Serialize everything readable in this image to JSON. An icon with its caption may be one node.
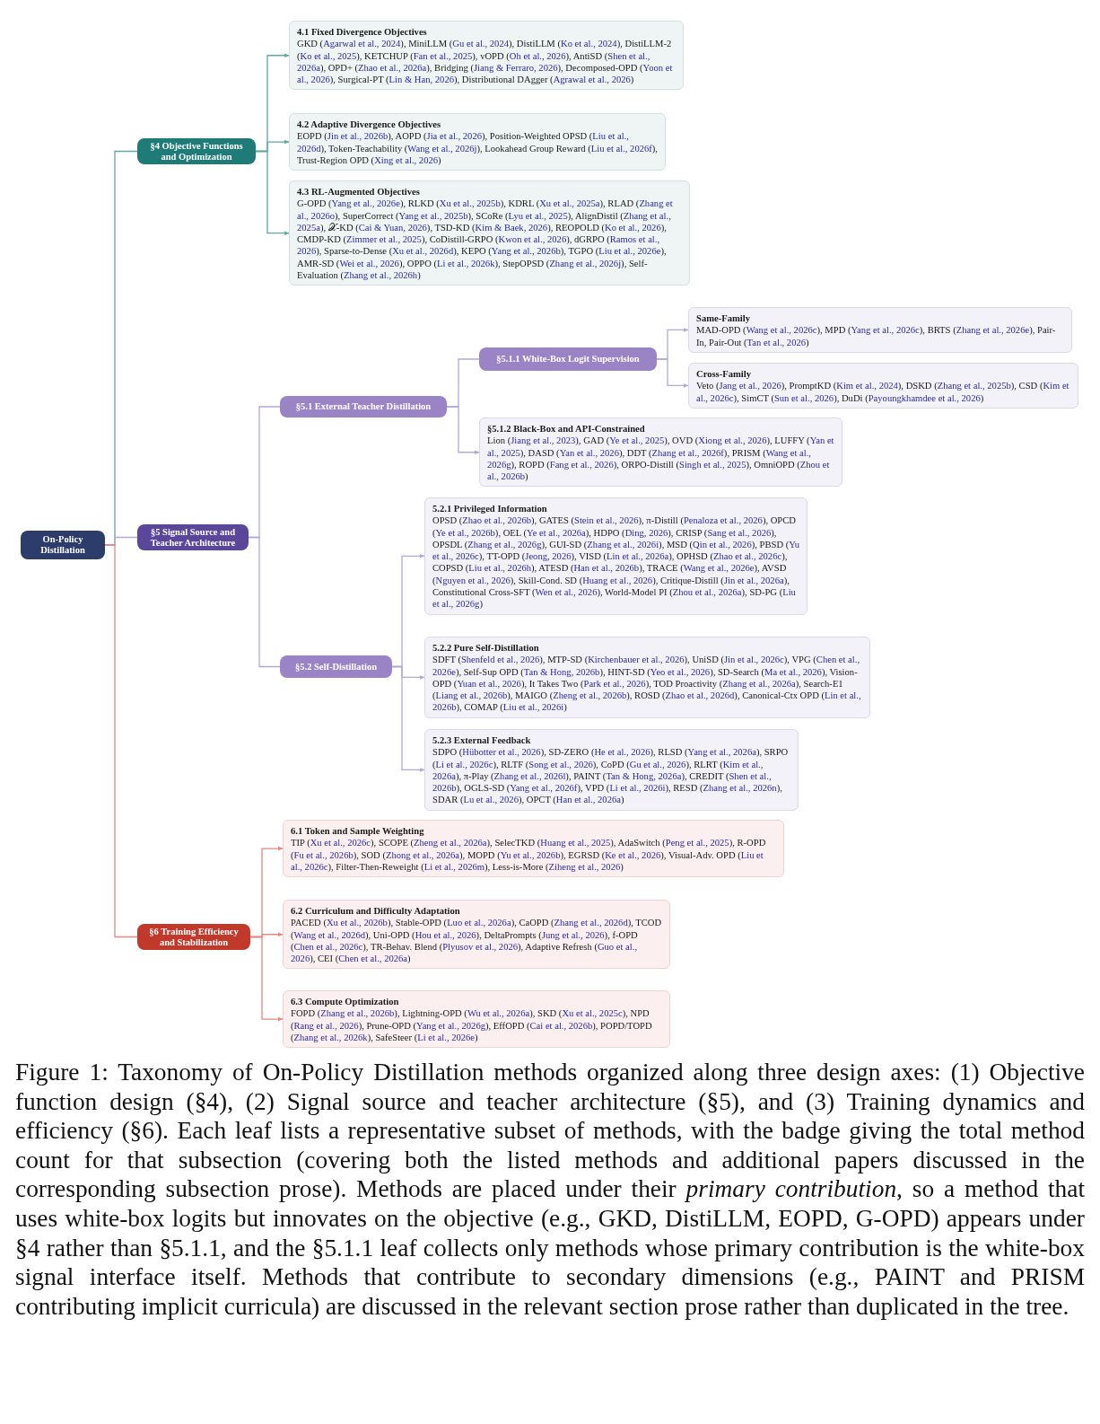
{
  "diagram": {
    "caption": "Figure 1: Taxonomy of On-Policy Distillation methods organized along three design axes: (1) Objective function design (§4), (2) Signal source and teacher architecture (§5), and (3) Training dynamics and efficiency (§6). Each leaf lists a representative subset of methods, with the badge giving the total method count for that subsection (covering both the listed methods and additional papers discussed in the corresponding subsection prose). Methods are placed under their *primary contribution*, so a method that uses white-box logits but innovates on the objective (e.g., GKD, DistiLLM, EOPD, G-OPD) appears under §4 rather than §5.1.1, and the §5.1.1 leaf collects only methods whose primary contribution is the white-box signal interface itself. Methods that contribute to secondary dimensions (e.g., PAINT and PRISM contributing implicit curricula) are discussed in the relevant section prose rather than duplicated in the tree.",
    "nodes": [
      {
        "text": [
          "On-Policy Distillation"
        ]
      },
      {
        "text": [
          "§4 Objective Functions and Optimization"
        ]
      },
      {
        "text": [
          "4.1 Fixed Divergence Objectives",
          "GKD (Agarwal et al., 2024), MiniLLM (Gu et al., 2024), DistiLLM (Ko et al., 2024), DistiLLM-2 (Ko et al., 2025), KETCHUP (Fan et al., 2025), vOPD (Oh et al., 2026), AntiSD (Shen et al., 2026a), OPD+ (Zhao et al., 2026a), Bridging (Jiang & Ferraro, 2026), Decomposed-OPD (Yoon et al., 2026), Surgical-PT (Lin & Han, 2026), Distributional DAgger (Agrawal et al., 2026)"
        ]
      },
      {
        "text": [
          "4.2 Adaptive Divergence Objectives",
          "EOPD (Jin et al., 2026b), AOPD (Jia et al., 2026), Position-Weighted OPSD (Liu et al., 2026d), Token-Teachability (Wang et al., 2026j), Lookahead Group Reward (Liu et al., 2026f), Trust-Region OPD (Xing et al., 2026)"
        ]
      },
      {
        "text": [
          "4.3 RL-Augmented Objectives",
          "G-OPD (Yang et al., 2026e), RLKD (Xu et al., 2025b), KDRL (Xu et al., 2025a), RLAD (Zhang et al., 2026o), SuperCorrect (Yang et al., 2025b), SCoRe (Lyu et al., 2025), AlignDistil (Zhang et al., 2025a), 𝒳-KD (Cai & Yuan, 2026), TSD-KD (Kim & Baek, 2026), REOPOLD (Ko et al., 2026), CMDP-KD (Zimmer et al., 2025), CoDistill-GRPO (Kwon et al., 2026), dGRPO (Ramos et al., 2026), Sparse-to-Dense (Xu et al., 2026d), KEPO (Yang et al., 2026b), TGPO (Liu et al., 2026e), AMR-SD (Wei et al., 2026), OPPO (Li et al., 2026k), StepOPSD (Zhang et al., 2026j), Self-Evaluation (Zhang et al., 2026h)"
        ]
      },
      {
        "text": [
          "§5 Signal Source and Teacher Architecture"
        ]
      },
      {
        "text": [
          "§5.1 External Teacher Distillation"
        ]
      },
      {
        "text": [
          "§5.1.1 White-Box Logit Supervision"
        ]
      },
      {
        "text": [
          "Same-Family",
          "MAD-OPD (Wang et al., 2026c), MPD (Yang et al., 2026c), BRTS (Zhang et al., 2026e), Pair-In, Pair-Out (Tan et al., 2026)"
        ]
      },
      {
        "text": [
          "Cross-Family",
          "Veto (Jang et al., 2026), PromptKD (Kim et al., 2024), DSKD (Zhang et al., 2025b), CSD (Kim et al., 2026c), SimCT (Sun et al., 2026), DuDi (Payoungkhamdee et al., 2026)"
        ]
      },
      {
        "text": [
          "§5.1.2 Black-Box and API-Constrained",
          "Lion (Jiang et al., 2023), GAD (Ye et al., 2025), OVD (Xiong et al., 2026), LUFFY (Yan et al., 2025), DASD (Yan et al., 2026), DDT (Zhang et al., 2026f), PRISM (Wang et al., 2026g), ROPD (Fang et al., 2026), ORPO-Distill (Singh et al., 2025), OmniOPD (Zhou et al., 2026b)"
        ]
      },
      {
        "text": [
          "§5.2 Self-Distillation"
        ]
      },
      {
        "text": [
          "5.2.1 Privileged Information",
          "OPSD (Zhao et al., 2026b), GATES (Stein et al., 2026), π-Distill (Penaloza et al., 2026), OPCD (Ye et al., 2026b), OEL (Ye et al., 2026a), HDPO (Ding, 2026), CRISP (Sang et al., 2026), OPSDL (Zhang et al., 2026g), GUI-SD (Zhang et al., 2026i), MSD (Qin et al., 2026), PBSD (Yu et al., 2026c), TT-OPD (Jeong, 2026), VISD (Lin et al., 2026a), OPHSD (Zhao et al., 2026c), COPSD (Liu et al., 2026h), ATESD (Han et al., 2026b), TRACE (Wang et al., 2026e), AVSD (Nguyen et al., 2026), Skill-Cond. SD (Huang et al., 2026), Critique-Distill (Jin et al., 2026a), Constitutional Cross-SFT (Wen et al., 2026), World-Model PI (Zhou et al., 2026a), SD-PG (Liu et al., 2026g)"
        ]
      },
      {
        "text": [
          "5.2.2 Pure Self-Distillation",
          "SDFT (Shenfeld et al., 2026), MTP-SD (Kirchenbauer et al., 2026), UniSD (Jin et al., 2026c), VPG (Chen et al., 2026e), Self-Sup OPD (Tan & Hong, 2026b), HINT-SD (Yeo et al., 2026), SD-Search (Ma et al., 2026), Vision-OPD (Yuan et al., 2026), It Takes Two (Park et al., 2026), TOD Proactivity (Zhang et al., 2026a), Search-E1 (Liang et al., 2026b), MAIGO (Zheng et al., 2026b), ROSD (Zhao et al., 2026d), Canonical-Ctx OPD (Lin et al., 2026b), COMAP (Liu et al., 2026i)"
        ]
      },
      {
        "text": [
          "5.2.3 External Feedback",
          "SDPO (Hübotter et al., 2026), SD-ZERO (He et al., 2026), RLSD (Yang et al., 2026a), SRPO (Li et al., 2026c), RLTF (Song et al., 2026), CoPD (Gu et al., 2026), RLRT (Kim et al., 2026a), π-Play (Zhang et al., 2026l), PAINT (Tan & Hong, 2026a), CREDIT (Shen et al., 2026b), OGLS-SD (Yang et al., 2026f), VPD (Li et al., 2026i), RESD (Zhang et al., 2026n), SDAR (Lu et al., 2026), OPCT (Han et al., 2026a)"
        ]
      },
      {
        "text": [
          "§6 Training Efficiency and Stabilization"
        ]
      },
      {
        "text": [
          "6.1 Token and Sample Weighting",
          "TIP (Xu et al., 2026c), SCOPE (Zheng et al., 2026a), SelecTKD (Huang et al., 2025), AdaSwitch (Peng et al., 2025), R-OPD (Fu et al., 2026b), SOD (Zhong et al., 2026a), MOPD (Yu et al., 2026b), EGRSD (Ke et al., 2026), Visual-Adv. OPD (Liu et al., 2026c), Filter-Then-Reweight (Li et al., 2026m), Less-is-More (Ziheng et al., 2026)"
        ]
      },
      {
        "text": [
          "6.2 Curriculum and Difficulty Adaptation",
          "PACED (Xu et al., 2026b), Stable-OPD (Luo et al., 2026a), CaOPD (Zhang et al., 2026d), TCOD (Wang et al., 2026d), Uni-OPD (Hou et al., 2026), DeltaPrompts (Jung et al., 2026), f-OPD (Chen et al., 2026c), TR-Behav. Blend (Plyusov et al., 2026), Adaptive Refresh (Guo et al., 2026), CEI (Chen et al., 2026a)"
        ]
      },
      {
        "text": [
          "6.3 Compute Optimization",
          "FOPD (Zhang et al., 2026b), Lightning-OPD (Wu et al., 2026a), SKD (Xu et al., 2025c), NPD (Rang et al., 2026), Prune-OPD (Yang et al., 2026g), EffOPD (Cai et al., 2026b), POPD/TOPD (Zhang et al., 2026k), SafeSteer (Li et al., 2026e)"
        ]
      }
    ],
    "edges": [
      {
        "from": 0,
        "to": 1,
        "arrow": "none",
        "color": "#5fa8a4"
      },
      {
        "from": 1,
        "to": 2,
        "arrow": "to",
        "color": "#5fa8a4"
      },
      {
        "from": 1,
        "to": 3,
        "arrow": "to",
        "color": "#5fa8a4"
      },
      {
        "from": 1,
        "to": 4,
        "arrow": "to",
        "color": "#5fa8a4"
      },
      {
        "from": 0,
        "to": 5,
        "arrow": "none"
      },
      {
        "from": 5,
        "to": 6,
        "arrow": "none"
      },
      {
        "from": 6,
        "to": 7,
        "arrow": "none"
      },
      {
        "from": 7,
        "to": 8,
        "arrow": "to"
      },
      {
        "from": 7,
        "to": 9,
        "arrow": "to"
      },
      {
        "from": 6,
        "to": 10,
        "arrow": "to"
      },
      {
        "from": 5,
        "to": 11,
        "arrow": "none"
      },
      {
        "from": 11,
        "to": 12,
        "arrow": "to"
      },
      {
        "from": 11,
        "to": 13,
        "arrow": "to"
      },
      {
        "from": 11,
        "to": 14,
        "arrow": "to"
      },
      {
        "from": 0,
        "to": 15,
        "arrow": "none",
        "color": "#e08a82"
      },
      {
        "from": 15,
        "to": 16,
        "arrow": "to",
        "color": "#e08a82"
      },
      {
        "from": 15,
        "to": 17,
        "arrow": "to",
        "color": "#e08a82"
      },
      {
        "from": 15,
        "to": 18,
        "arrow": "to",
        "color": "#e08a82"
      }
    ]
  }
}
